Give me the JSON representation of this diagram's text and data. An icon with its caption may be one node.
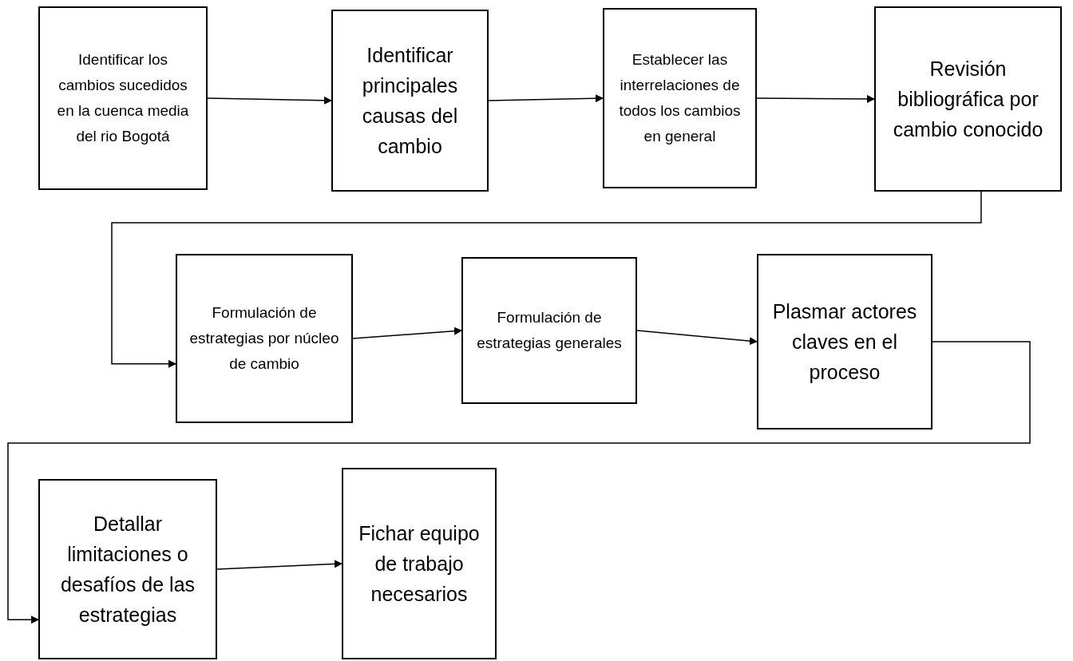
{
  "diagram": {
    "nodes": [
      {
        "text": [
          "Identificar los cambios sucedidos en la cuenca media del rio Bogotá"
        ]
      },
      {
        "text": [
          "Identificar principales causas del cambio"
        ]
      },
      {
        "text": [
          "Establecer las interrelaciones de todos los cambios en general"
        ]
      },
      {
        "text": [
          "Revisión bibliográfica por cambio conocido"
        ]
      },
      {
        "text": [
          "Formulación de estrategias por núcleo de cambio"
        ]
      },
      {
        "text": [
          "Formulación de estrategias generales"
        ]
      },
      {
        "text": [
          "Plasmar actores claves en el proceso"
        ]
      },
      {
        "text": [
          "Detallar limitaciones o desafíos de las estrategias"
        ]
      },
      {
        "text": [
          "Fichar equipo de trabajo necesarios"
        ]
      }
    ],
    "edges": [
      {
        "from": 0,
        "to": 1,
        "arrow": "to"
      },
      {
        "from": 1,
        "to": 2,
        "arrow": "to"
      },
      {
        "from": 2,
        "to": 3,
        "arrow": "to"
      },
      {
        "from": 3,
        "to": 4,
        "arrow": "to"
      },
      {
        "from": 4,
        "to": 5,
        "arrow": "to"
      },
      {
        "from": 5,
        "to": 6,
        "arrow": "to"
      },
      {
        "from": 6,
        "to": 7,
        "arrow": "to"
      },
      {
        "from": 7,
        "to": 8,
        "arrow": "to"
      }
    ]
  }
}
